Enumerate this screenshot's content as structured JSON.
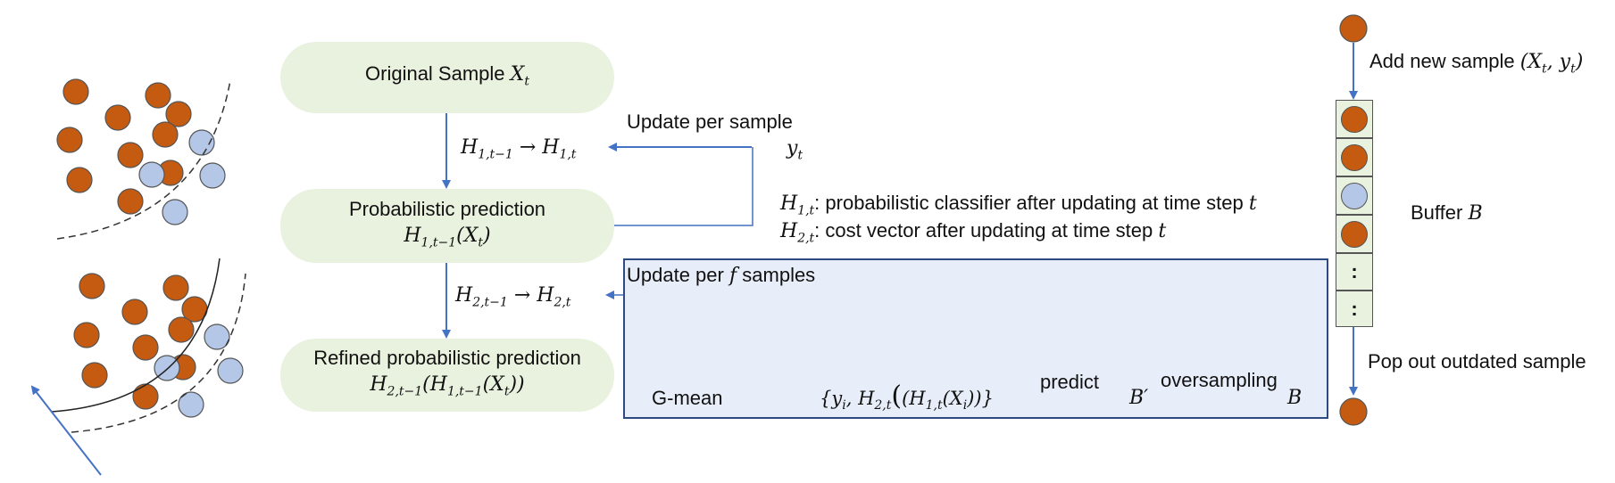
{
  "colors": {
    "orange": "#c55a11",
    "blue": "#b4c7e7",
    "arrow": "#4472c4",
    "pill": "#e9f2df",
    "panel": "#e8eef9"
  },
  "boxes": {
    "original": "Original Sample",
    "original_var": "X",
    "original_sub": "t",
    "prob_line1": "Probabilistic prediction",
    "prob_h": "H",
    "prob_sub": "1,t−1",
    "prob_arg": "(X",
    "prob_arg_sub": "t",
    "refined_line1": "Refined probabilistic prediction",
    "refined_expr": "H",
    "refined_sub": "2,t−1",
    "refined_inner": "(H",
    "refined_inner_sub": "1,t−1",
    "refined_arg": "(X",
    "refined_arg_sub": "t"
  },
  "transitions": {
    "h1_from": "H",
    "h1_from_sub": "1,t−1",
    "h1_to": "H",
    "h1_to_sub": "1,t",
    "h2_from": "H",
    "h2_from_sub": "2,t−1",
    "h2_to": "H",
    "h2_to_sub": "2,t",
    "arrow_glyph": "→"
  },
  "labels": {
    "update_per_sample": "Update per sample",
    "y": "y",
    "y_sub": "t",
    "legend_h1_var": "H",
    "legend_h1_sub": "1,t",
    "legend_h1_text": ": probabilistic classifier after updating at time step",
    "legend_h2_var": "H",
    "legend_h2_sub": "2,t",
    "legend_h2_text": ": cost vector after updating at time step",
    "t": "t",
    "update_per_f_prefix": "Update per",
    "f": "f",
    "update_per_f_suffix": "samples",
    "gmean": "G-mean",
    "set_expr_a": "{y",
    "set_expr_a_sub": "i",
    "set_expr_b": ", H",
    "set_expr_b_sub": "2,t",
    "set_expr_c": "(H",
    "set_expr_c_sub": "1,t",
    "set_expr_d": "(X",
    "set_expr_d_sub": "i",
    "set_expr_e": "))}",
    "predict": "predict",
    "oversampling": "oversampling",
    "b_prime": "B′",
    "b": "B",
    "add_new_prefix": "Add new sample",
    "add_new_expr": "(X",
    "add_new_sub1": "t",
    "add_new_mid": ", y",
    "add_new_sub2": "t",
    "add_new_end": ")",
    "buffer": "Buffer",
    "buffer_var": "B",
    "pop_out": "Pop out outdated sample",
    "dots": ":"
  }
}
